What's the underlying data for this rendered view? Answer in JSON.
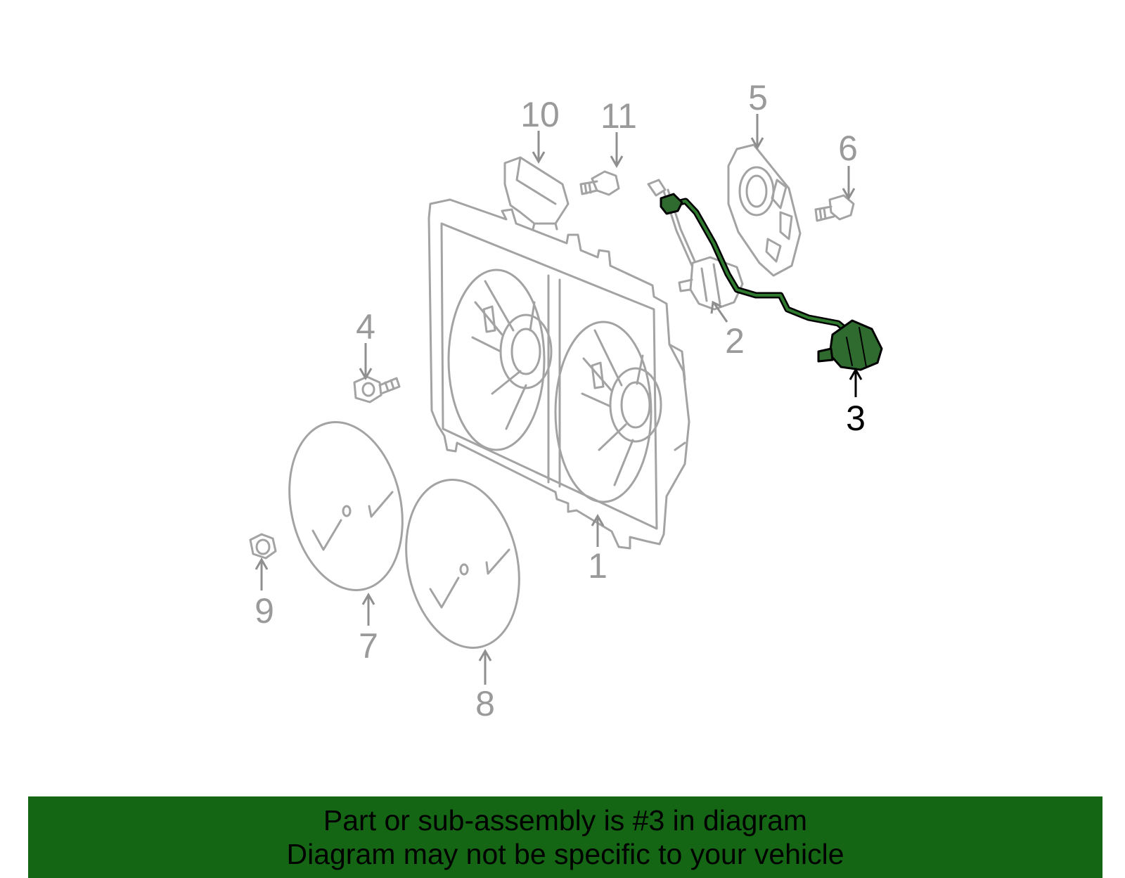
{
  "diagram": {
    "highlighted_part": "3",
    "callouts": {
      "c1": "1",
      "c2": "2",
      "c3": "3",
      "c4": "4",
      "c5": "5",
      "c6": "6",
      "c7": "7",
      "c8": "8",
      "c9": "9",
      "c10": "10",
      "c11": "11"
    },
    "colors": {
      "part_stroke": "#a3a3a3",
      "highlight": "#2f6b2f",
      "banner": "#146614"
    }
  },
  "banner": {
    "line1": "Part or sub-assembly is #3 in diagram",
    "line2": "Diagram may not be specific to your vehicle"
  }
}
